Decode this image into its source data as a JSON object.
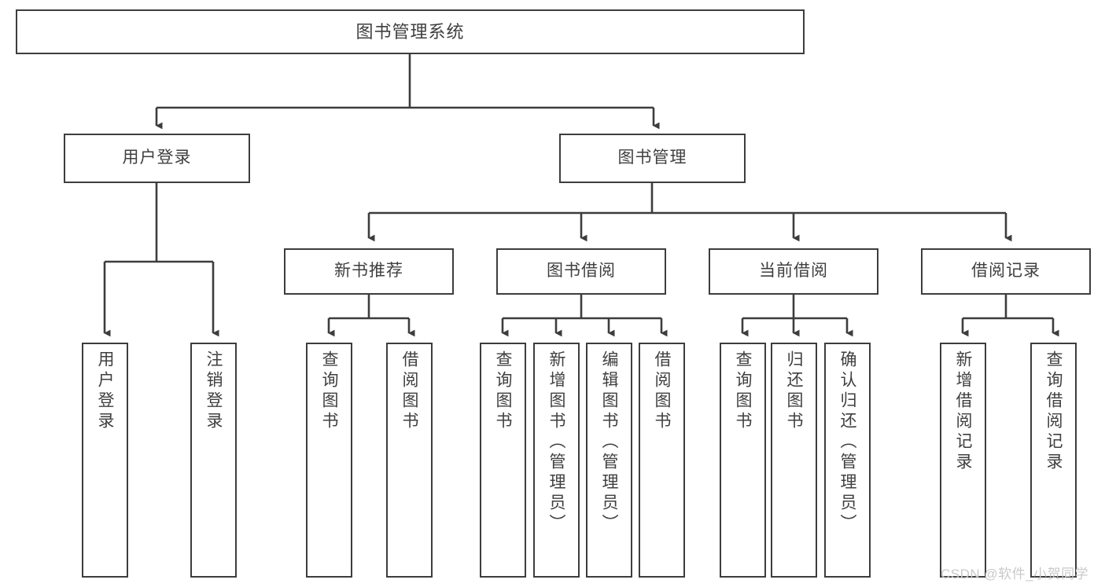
{
  "diagram": {
    "type": "tree-hierarchy-chart",
    "title": "图书管理系统",
    "orientation": "top-down",
    "colors": {
      "box_border": "#3d3d3d",
      "box_fill": "#ffffff",
      "text": "#3f3f3f",
      "connector": "#3d3d3d",
      "watermark": "#c9c9c9",
      "background": "#ffffff"
    },
    "root": {
      "label": "图书管理系统"
    },
    "level2": [
      {
        "label": "用户登录"
      },
      {
        "label": "图书管理"
      }
    ],
    "level3": [
      {
        "label": "新书推荐"
      },
      {
        "label": "图书借阅"
      },
      {
        "label": "当前借阅"
      },
      {
        "label": "借阅记录"
      }
    ],
    "leaves": {
      "user_login": [
        {
          "label": "用户登录"
        },
        {
          "label": "注销登录"
        }
      ],
      "new_book_recommend": [
        {
          "label": "查询图书"
        },
        {
          "label": "借阅图书"
        }
      ],
      "book_borrow": [
        {
          "label": "查询图书"
        },
        {
          "label": "新增图书（管理员）"
        },
        {
          "label": "编辑图书（管理员）"
        },
        {
          "label": "借阅图书"
        }
      ],
      "current_borrow": [
        {
          "label": "查询图书"
        },
        {
          "label": "归还图书"
        },
        {
          "label": "确认归还（管理员）"
        }
      ],
      "borrow_record": [
        {
          "label": "新增借阅记录"
        },
        {
          "label": "查询借阅记录"
        }
      ]
    }
  },
  "watermark": {
    "text": "CSDN @软件_小贺同学"
  }
}
